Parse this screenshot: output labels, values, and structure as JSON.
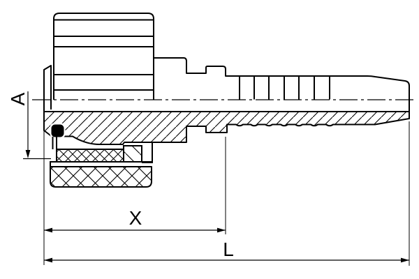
{
  "labels": {
    "a": "A",
    "x": "X",
    "l": "L"
  },
  "colors": {
    "line": "#000000",
    "background": "#ffffff"
  }
}
